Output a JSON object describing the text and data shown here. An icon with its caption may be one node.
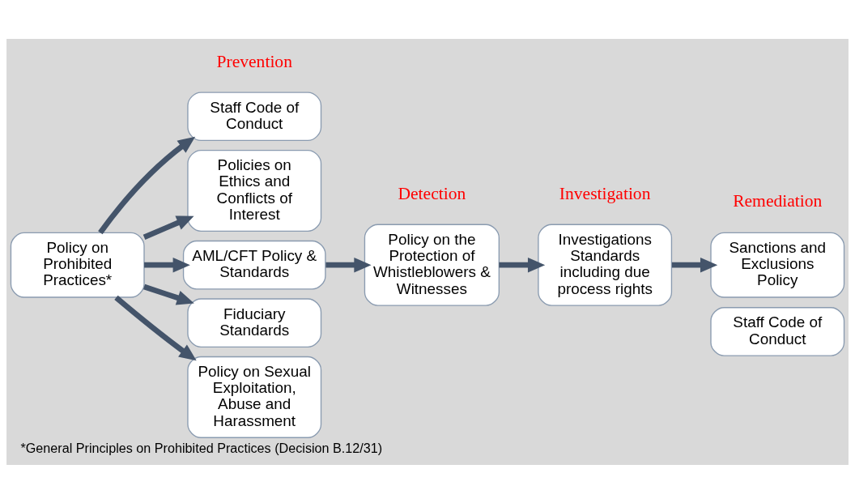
{
  "diagram": {
    "caption": "*General Principles on Prohibited Practices (Decision B.12/31)",
    "nodes": [
      {
        "text": [
          "Policy on Prohibited Practices*"
        ]
      },
      {
        "text": [
          "Staff Code of Conduct"
        ]
      },
      {
        "text": [
          "Policies on Ethics and Conflicts of Interest"
        ]
      },
      {
        "text": [
          "AML/CFT Policy & Standards"
        ]
      },
      {
        "text": [
          "Fiduciary Standards"
        ]
      },
      {
        "text": [
          "Policy on Sexual Exploitation, Abuse and Harassment"
        ]
      },
      {
        "text": [
          "Policy on the Protection of Whistleblowers & Witnesses"
        ]
      },
      {
        "text": [
          "Investigations Standards including due process rights"
        ]
      },
      {
        "text": [
          "Sanctions and Exclusions Policy"
        ]
      },
      {
        "text": [
          "Staff Code of Conduct"
        ]
      }
    ],
    "edges": [
      {
        "from": 0,
        "to": 1,
        "arrow": "to"
      },
      {
        "from": 0,
        "to": 2,
        "arrow": "to"
      },
      {
        "from": 0,
        "to": 3,
        "arrow": "to"
      },
      {
        "from": 0,
        "to": 4,
        "arrow": "to"
      },
      {
        "from": 0,
        "to": 5,
        "arrow": "to"
      },
      {
        "from": 3,
        "to": 6,
        "arrow": "to"
      },
      {
        "from": 6,
        "to": 7,
        "arrow": "to"
      },
      {
        "from": 7,
        "to": 8,
        "arrow": "to"
      }
    ],
    "labels": [
      "Prevention",
      "Detection",
      "Investigation",
      "Remediation"
    ]
  }
}
